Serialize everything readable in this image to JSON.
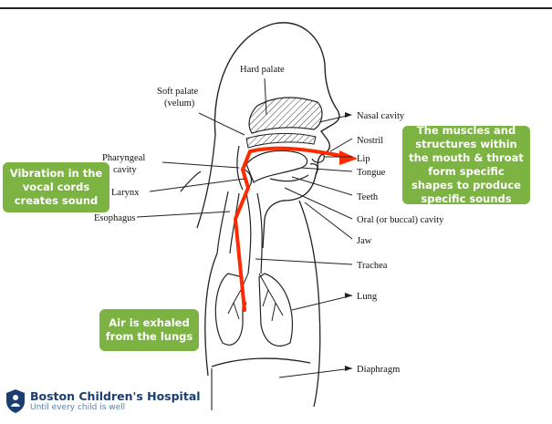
{
  "labels": {
    "hard_palate": "Hard palate",
    "soft_palate": "Soft palate",
    "velum": "(velum)",
    "nasal_cavity": "Nasal cavity",
    "nostril": "Nostril",
    "lip": "Lip",
    "tongue": "Tongue",
    "teeth": "Teeth",
    "oral_cavity": "Oral (or buccal) cavity",
    "jaw": "Jaw",
    "pharyngeal": "Pharyngeal",
    "cavity": "cavity",
    "larynx": "Larynx",
    "esophagus": "Esophagus",
    "trachea": "Trachea",
    "lung": "Lung",
    "diaphragm": "Diaphragm"
  },
  "callouts": {
    "vocal": "Vibration in the vocal cords creates sound",
    "muscles": "The muscles and structures within the mouth & throat form specific shapes to produce specific sounds",
    "air": "Air is exhaled from the lungs"
  },
  "logo": {
    "name": "Boston Children's Hospital",
    "tagline": "Until every child is well"
  },
  "colors": {
    "callout_bg": "#7cb342",
    "airflow": "#ff2a00",
    "logo_blue": "#1a3e6f"
  }
}
